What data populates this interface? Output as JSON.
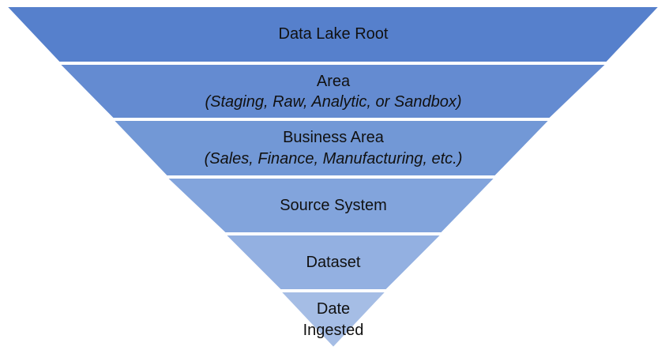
{
  "diagram": {
    "type": "inverted-pyramid",
    "tiers": [
      {
        "label": "Data Lake Root",
        "sublabel": "",
        "color": "#5680CC"
      },
      {
        "label": "Area",
        "sublabel": "(Staging, Raw, Analytic, or Sandbox)",
        "color": "#648BD1"
      },
      {
        "label": "Business Area",
        "sublabel": "(Sales, Finance, Manufacturing, etc.)",
        "color": "#7298D6"
      },
      {
        "label": "Source System",
        "sublabel": "",
        "color": "#82A4DC"
      },
      {
        "label": "Dataset",
        "sublabel": "",
        "color": "#93B0E1"
      },
      {
        "label": "Date",
        "sublabel": "Ingested",
        "color": "#A5BDE5"
      }
    ]
  }
}
